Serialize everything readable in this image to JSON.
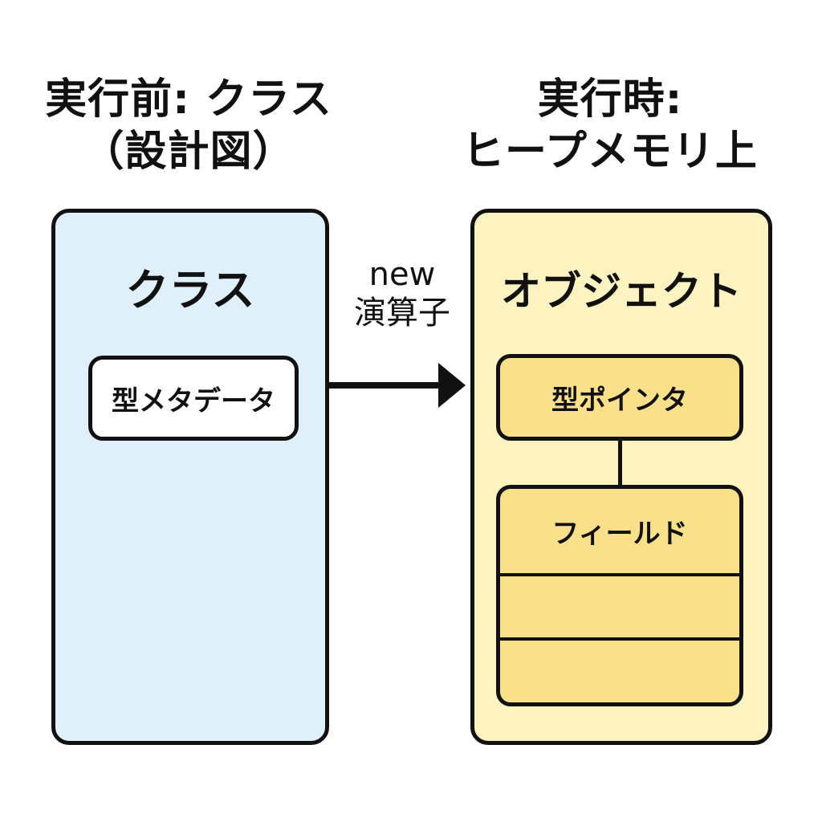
{
  "left_heading": {
    "line1": "実行前: クラス",
    "line2": "（設計図）"
  },
  "right_heading": {
    "line1": "実行時:",
    "line2": "ヒープメモリ上"
  },
  "class_panel": {
    "title": "クラス",
    "metadata_label": "型メタデータ",
    "color": "#dff0fa"
  },
  "arrow": {
    "label_line1": "new",
    "label_line2": "演算子"
  },
  "object_panel": {
    "title": "オブジェクト",
    "type_pointer_label": "型ポインタ",
    "fields": [
      "フィールド",
      "",
      ""
    ],
    "color": "#fdf3c0",
    "box_color": "#fbe08a"
  }
}
